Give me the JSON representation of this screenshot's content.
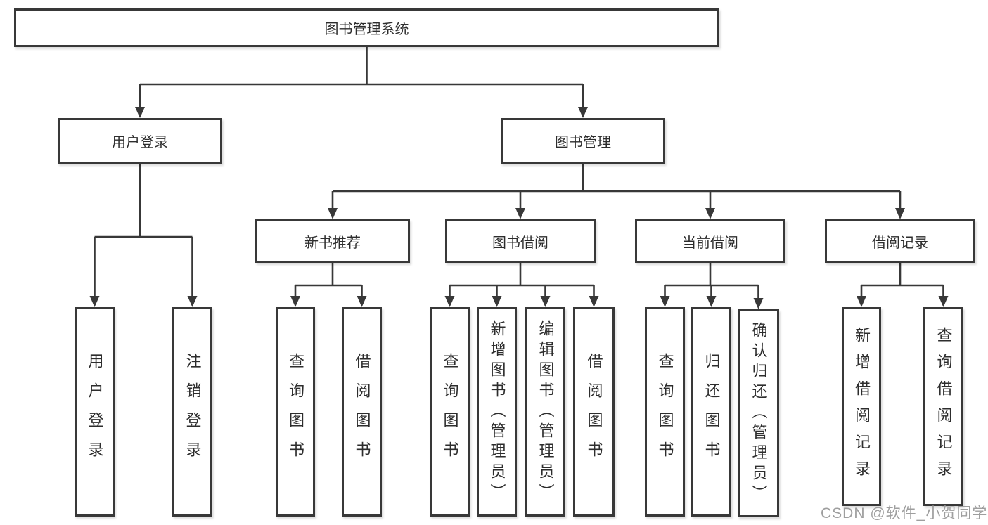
{
  "colors": {
    "line-color": "#383838",
    "text-color": "#2d2d2d",
    "watermark-color": "#9e9e9e"
  },
  "tree": {
    "root": "图书管理系统",
    "user_login": {
      "label": "用户登录",
      "children": {
        "login": "用户登录",
        "logout": "注销登录"
      }
    },
    "book_mgmt": {
      "label": "图书管理",
      "children": {
        "new_book_rec": {
          "label": "新书推荐",
          "children": {
            "query_books": "查询图书",
            "borrow_books": "借阅图书"
          }
        },
        "book_borrow": {
          "label": "图书借阅",
          "children": {
            "query_books": "查询图书",
            "add_books_admin": "新增图书（管理员）",
            "edit_books_admin": "编辑图书（管理员）",
            "borrow_books": "借阅图书"
          }
        },
        "current_borrow": {
          "label": "当前借阅",
          "children": {
            "query_books": "查询图书",
            "return_books": "归还图书",
            "confirm_return_admin": "确认归还（管理员）"
          }
        },
        "borrow_records": {
          "label": "借阅记录",
          "children": {
            "add_record": "新增借阅记录",
            "query_record": "查询借阅记录"
          }
        }
      }
    }
  },
  "watermark": "CSDN @软件_小贺同学"
}
